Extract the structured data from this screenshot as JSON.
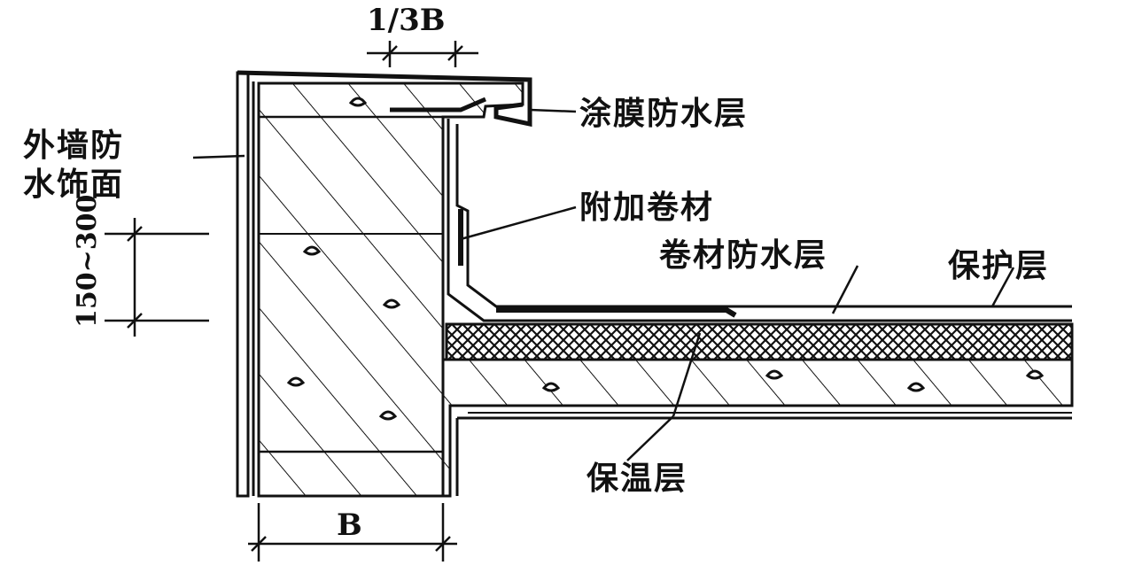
{
  "labels": {
    "wall_finish_line1": "外墙防",
    "wall_finish_line2": "水饰面",
    "coating_membrane": "涂膜防水层",
    "additional_roll": "附加卷材",
    "roll_waterproof": "卷材防水层",
    "protective_layer": "保护层",
    "insulation_layer": "保温层"
  },
  "dimensions": {
    "top": "1/3B",
    "bottom": "B",
    "height": "150~300"
  },
  "colors": {
    "line": "#111111",
    "background": "#ffffff"
  }
}
